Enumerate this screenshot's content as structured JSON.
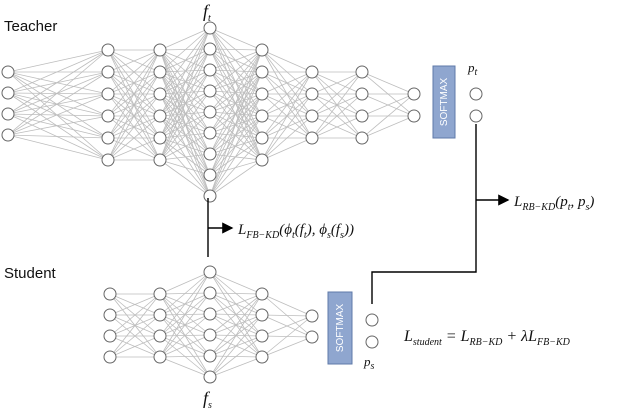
{
  "teacher": {
    "label": "Teacher",
    "feature_symbol": "f",
    "feature_sub": "t",
    "softmax_label": "SOFTMAX",
    "prob_symbol": "p",
    "prob_sub": "t"
  },
  "student": {
    "label": "Student",
    "feature_symbol": "f",
    "feature_sub": "s",
    "softmax_label": "SOFTMAX",
    "prob_symbol": "p",
    "prob_sub": "s"
  },
  "losses": {
    "fb_kd": "L",
    "fb_kd_sub": "FB−KD",
    "fb_kd_args": "(ϕ",
    "fb_kd_args2": "(f",
    "fb_kd_args3": "), ϕ",
    "fb_kd_args4": "(f",
    "fb_kd_args5": "))",
    "rb_kd": "L",
    "rb_kd_sub": "RB−KD",
    "rb_kd_args": "(p",
    "rb_kd_args2": ", p",
    "rb_kd_args3": ")",
    "student_total": "L",
    "student_total_sub": "student",
    "student_eq": " = L",
    "student_eq_sub1": "RB−KD",
    "student_eq_plus": " + λL",
    "student_eq_sub2": "FB−KD"
  },
  "colors": {
    "node_stroke": "#666666",
    "edge": "#bdbdbd",
    "softmax_fill": "#8fa6cf",
    "softmax_stroke": "#5f7aa8",
    "arrow": "#000000"
  }
}
